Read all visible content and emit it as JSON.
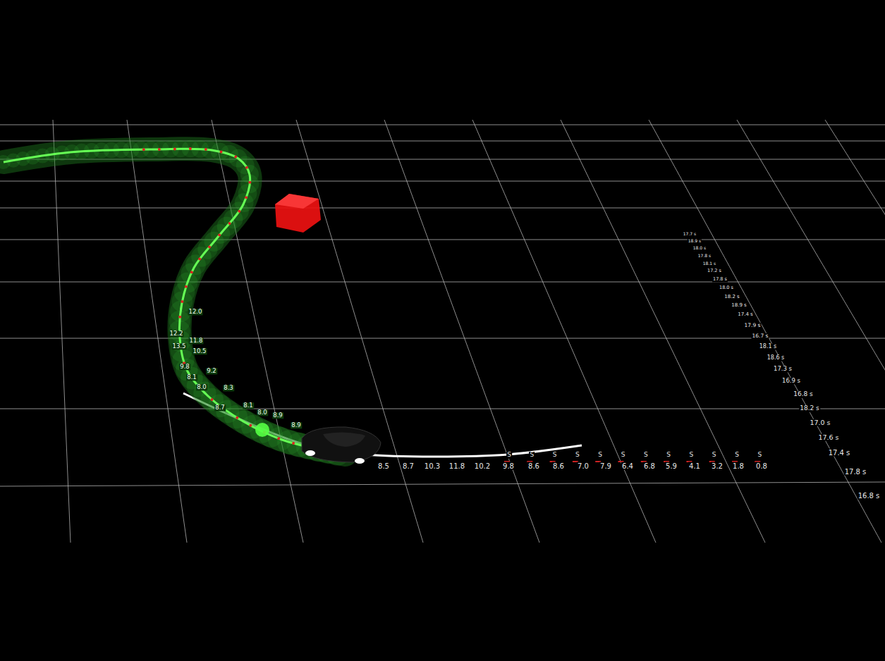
{
  "diagram": {
    "labels": [
      "8.5",
      "8.7",
      "10.3",
      "11.8",
      "10.2",
      "9.8",
      "8.6",
      "8.6",
      "7.0",
      "7.9",
      "6.4",
      "6.8",
      "5.9",
      "4.1",
      "3.2",
      "1.8",
      "0.8",
      "S",
      "S",
      "S",
      "S",
      "S",
      "S",
      "S",
      "S",
      "S",
      "S",
      "S",
      "S",
      "16.8 s",
      "17.8 s",
      "17.4 s",
      "17.6 s",
      "17.0 s",
      "18.2 s",
      "16.8 s",
      "16.9 s",
      "17.3 s",
      "18.6 s",
      "18.1 s",
      "16.7 s",
      "17.9 s",
      "17.4 s",
      "18.9 s",
      "18.2 s",
      "18.0 s",
      "17.8 s",
      "17.2 s",
      "18.1 s",
      "17.8 s",
      "18.0 s",
      "18.9 s",
      "17.7 s",
      "8.9",
      "8.9",
      "8.0",
      "8.1",
      "8.7",
      "8.3",
      "8.0",
      "8.1",
      "9.8",
      "9.2",
      "10.5",
      "13.5",
      "11.8",
      "12.2",
      "12.0"
    ]
  }
}
